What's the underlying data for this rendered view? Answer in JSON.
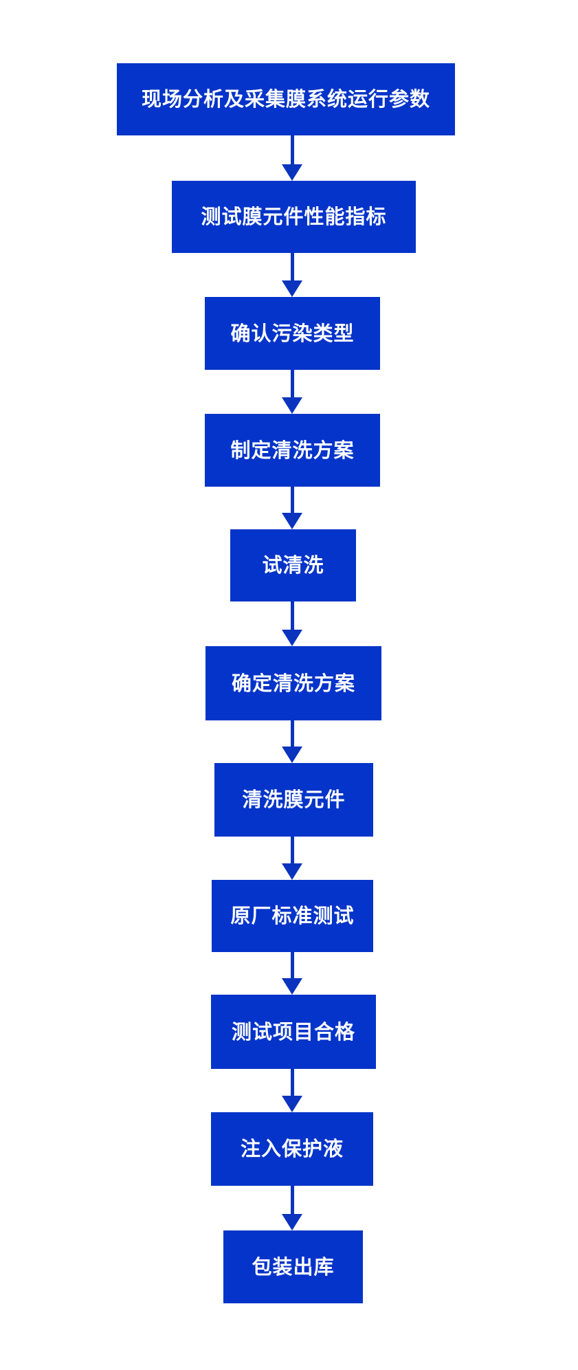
{
  "diagram": {
    "type": "flowchart",
    "flow_direction": "top-down",
    "colors": {
      "box_fill": "#0434c9",
      "arrow": "#0a33be",
      "text": "#ffffff",
      "background": "#ffffff"
    },
    "steps": [
      {
        "label": "现场分析及采集膜系统运行参数"
      },
      {
        "label": "测试膜元件性能指标"
      },
      {
        "label": "确认污染类型"
      },
      {
        "label": "制定清洗方案"
      },
      {
        "label": "试清洗"
      },
      {
        "label": "确定清洗方案"
      },
      {
        "label": "清洗膜元件"
      },
      {
        "label": "原厂标准测试"
      },
      {
        "label": "测试项目合格"
      },
      {
        "label": "注入保护液"
      },
      {
        "label": "包装出库"
      }
    ]
  }
}
